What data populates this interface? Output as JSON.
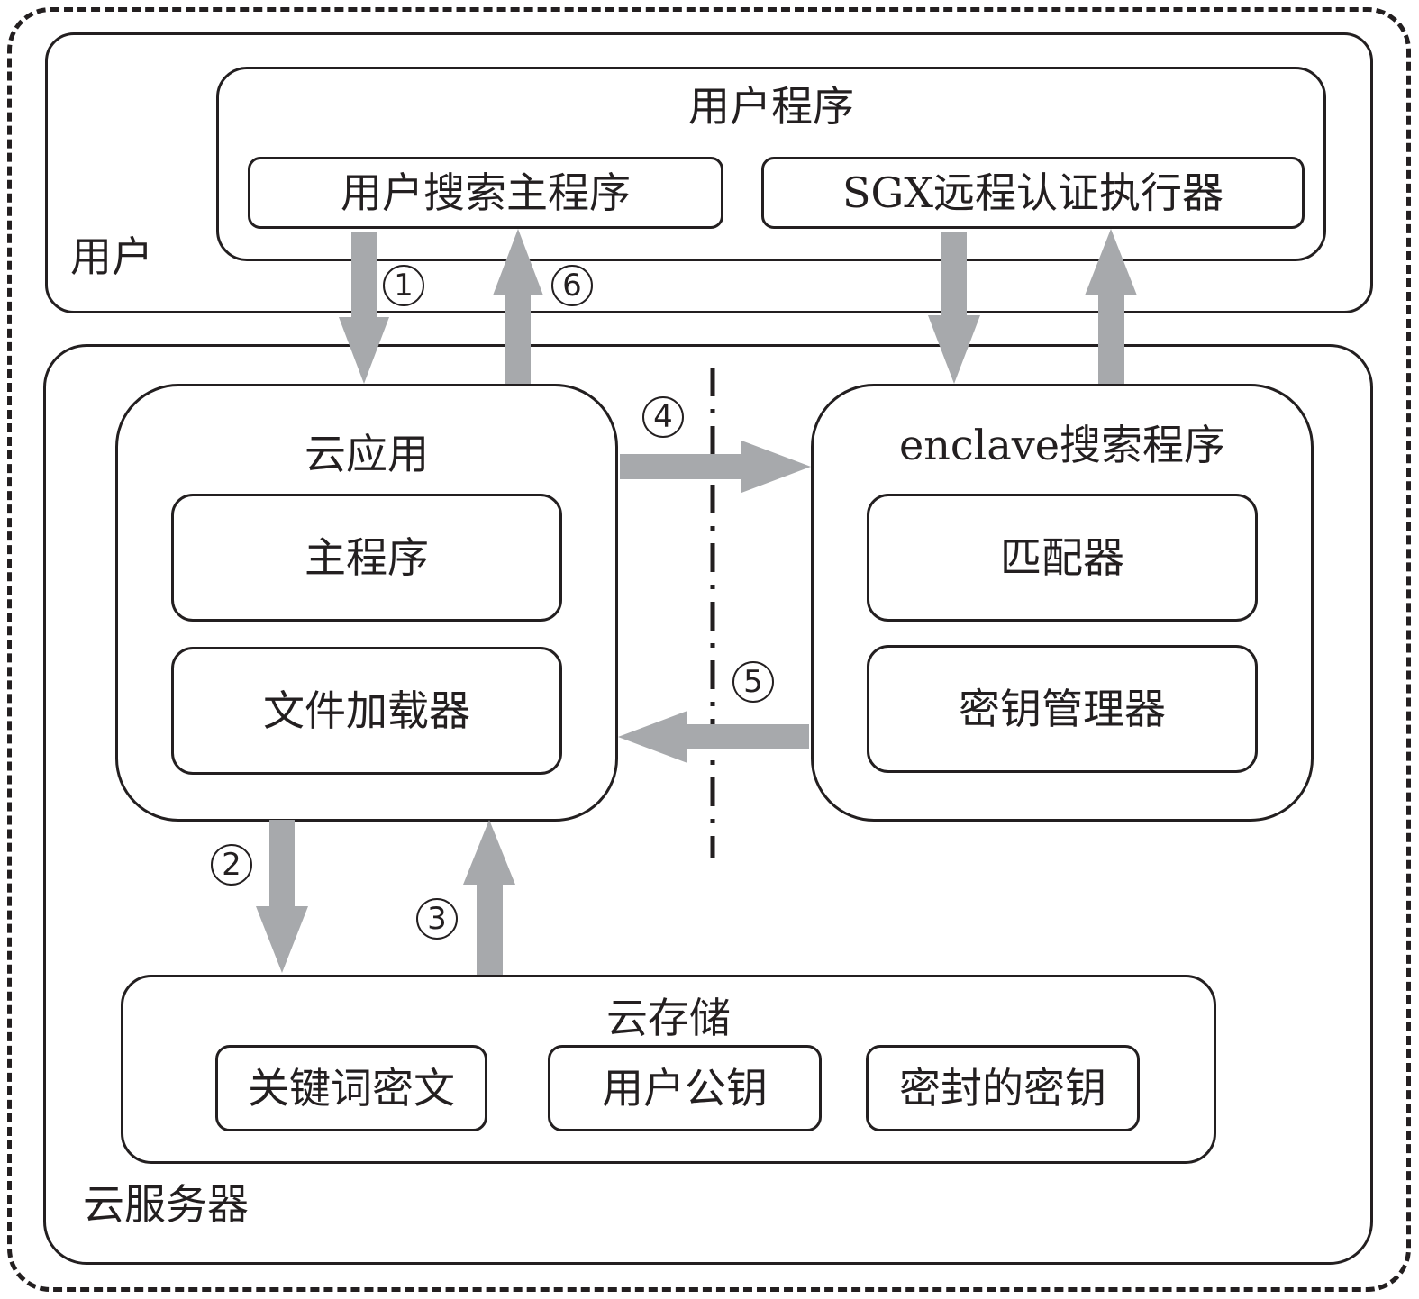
{
  "user": {
    "region_label": "用户",
    "program": {
      "title": "用户程序",
      "search_main": "用户搜索主程序",
      "sgx_attestor": "SGX远程认证执行器"
    }
  },
  "cloud_server": {
    "region_label": "云服务器",
    "cloud_app": {
      "title": "云应用",
      "main_program": "主程序",
      "file_loader": "文件加载器"
    },
    "enclave": {
      "title": "enclave搜索程序",
      "matcher": "匹配器",
      "key_manager": "密钥管理器"
    },
    "cloud_storage": {
      "title": "云存储",
      "keyword_ciphertext": "关键词密文",
      "user_public_key": "用户公钥",
      "sealed_key": "密封的密钥"
    }
  },
  "steps": {
    "s1": "1",
    "s2": "2",
    "s3": "3",
    "s4": "4",
    "s5": "5",
    "s6": "6"
  },
  "colors": {
    "arrow": "#a7a9ac",
    "line": "#231f20",
    "background": "#ffffff"
  }
}
